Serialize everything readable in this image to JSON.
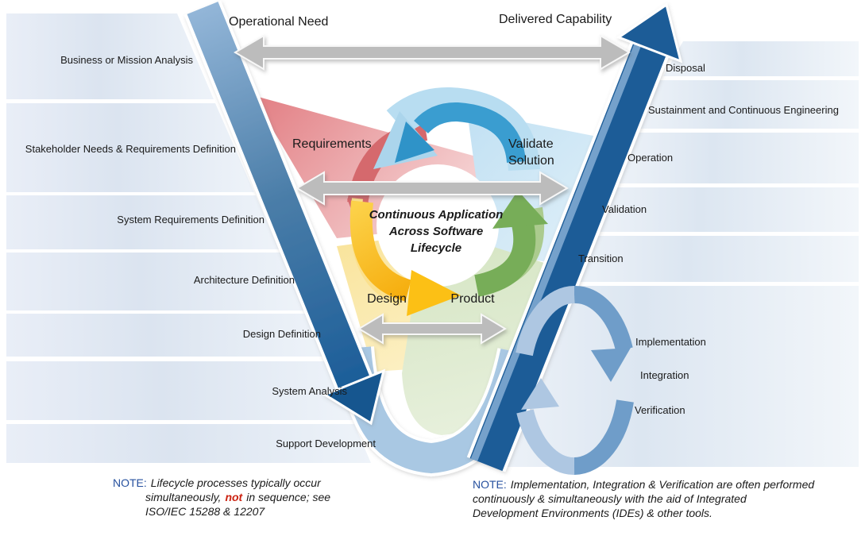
{
  "top_flow": {
    "left_label": "Operational Need",
    "right_label": "Delivered Capability"
  },
  "left_lifecycle": [
    "Business or Mission Analysis",
    "Stakeholder Needs & Requirements Definition",
    "System Requirements Definition",
    "Architecture Definition",
    "Design Definition",
    "System Analysis",
    "Support Development"
  ],
  "right_lifecycle": [
    "Disposal",
    "Sustainment and Continuous Engineering",
    "Operation",
    "Validation",
    "Transition"
  ],
  "iiv_loop": {
    "items": [
      "Implementation",
      "Integration",
      "Verification"
    ]
  },
  "center_cycle": {
    "requirements": "Requirements",
    "validate_line1": "Validate",
    "validate_line2": "Solution",
    "design": "Design",
    "product": "Product",
    "hub_line1": "Continuous Application",
    "hub_line2": "Across Software",
    "hub_line3": "Lifecycle"
  },
  "notes": {
    "left": {
      "prefix": "NOTE:",
      "line1": "Lifecycle processes typically occur",
      "line2_pre": "simultaneously,",
      "line2_highlight": "not",
      "line2_post": "in sequence; see",
      "line3": "ISO/IEC 15288 & 12207"
    },
    "right": {
      "prefix": "NOTE:",
      "line1": "Implementation, Integration & Verification are often performed",
      "line2": "continuously & simultaneously with the aid of Integrated",
      "line3": "Development Environments (IDEs) & other tools."
    }
  },
  "colors": {
    "v_dark_blue": "#1a5c98",
    "v_light_blue": "#a9c8e3",
    "band_fill": "#dde6f1",
    "arrow_gray": "#bcbcbc",
    "requirements_red": "#d5696d",
    "design_yellow": "#f7b500",
    "product_green": "#77ad58",
    "validate_blue": "#3a9dd0",
    "loop_dark": "#6f9dc9",
    "loop_light": "#aec7e2",
    "note_label_blue": "#27519f",
    "note_highlight_red": "#cc2211"
  }
}
